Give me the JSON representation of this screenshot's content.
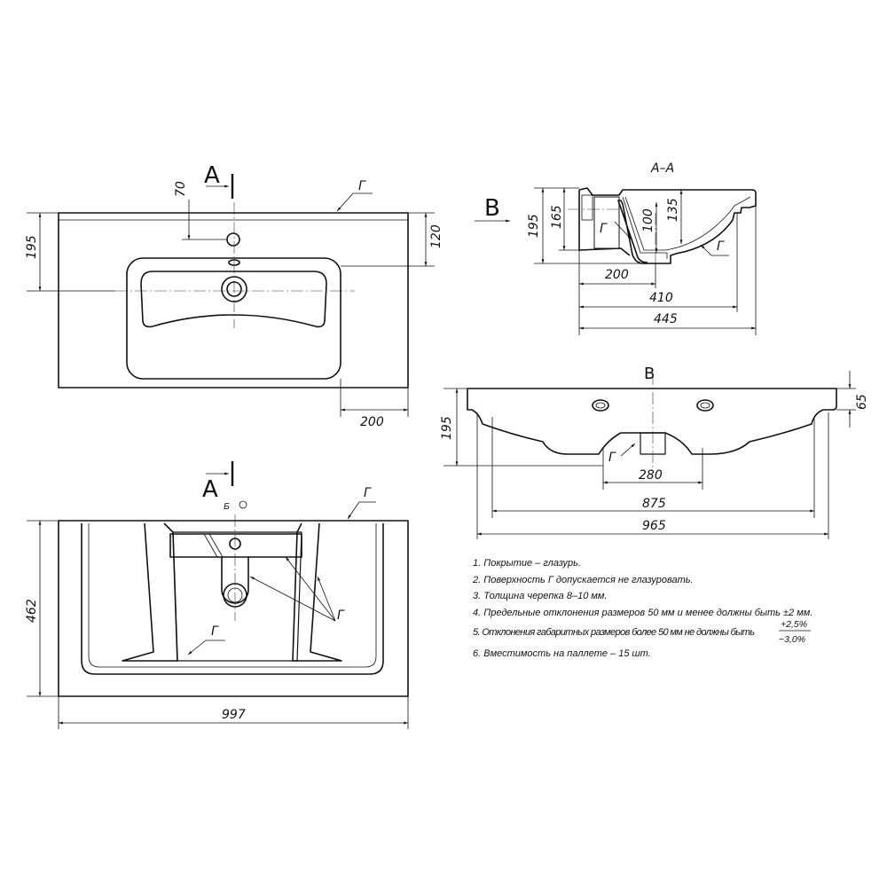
{
  "top_view": {
    "section_label": "A",
    "surface_label": "Г",
    "dims": {
      "d70": "70",
      "d195": "195",
      "d120": "120",
      "d200": "200"
    }
  },
  "section_aa": {
    "title": "A–A",
    "view_arrow_label": "B",
    "surface_labels": [
      "Г",
      "Г"
    ],
    "dims": {
      "d195": "195",
      "d165": "165",
      "d100": "100",
      "d135": "135",
      "d200": "200",
      "d410": "410",
      "d445": "445"
    }
  },
  "view_b": {
    "title": "B",
    "surface_label": "Г",
    "dims": {
      "d195": "195",
      "d65": "65",
      "d280": "280",
      "d875": "875",
      "d965": "965"
    }
  },
  "bottom_view": {
    "section_label": "A",
    "detail_label": "Б",
    "surface_labels": [
      "Г",
      "Г",
      "Г"
    ],
    "dims": {
      "d462": "462",
      "d997": "997"
    }
  },
  "notes": [
    "1. Покрытие – глазурь.",
    "2. Поверхность Г допускается не глазуровать.",
    "3. Толщина черепка 8–10 мм.",
    "4. Предельные отклонения размеров 50 мм и менее должны быть ±2 мм.",
    "5. Отклонения габаритных размеров более 50 мм не должны быть",
    "6. Вместимость на паллете – 15 шт."
  ],
  "tolerance": {
    "upper": "+2,5%",
    "lower": "−3,0%"
  }
}
